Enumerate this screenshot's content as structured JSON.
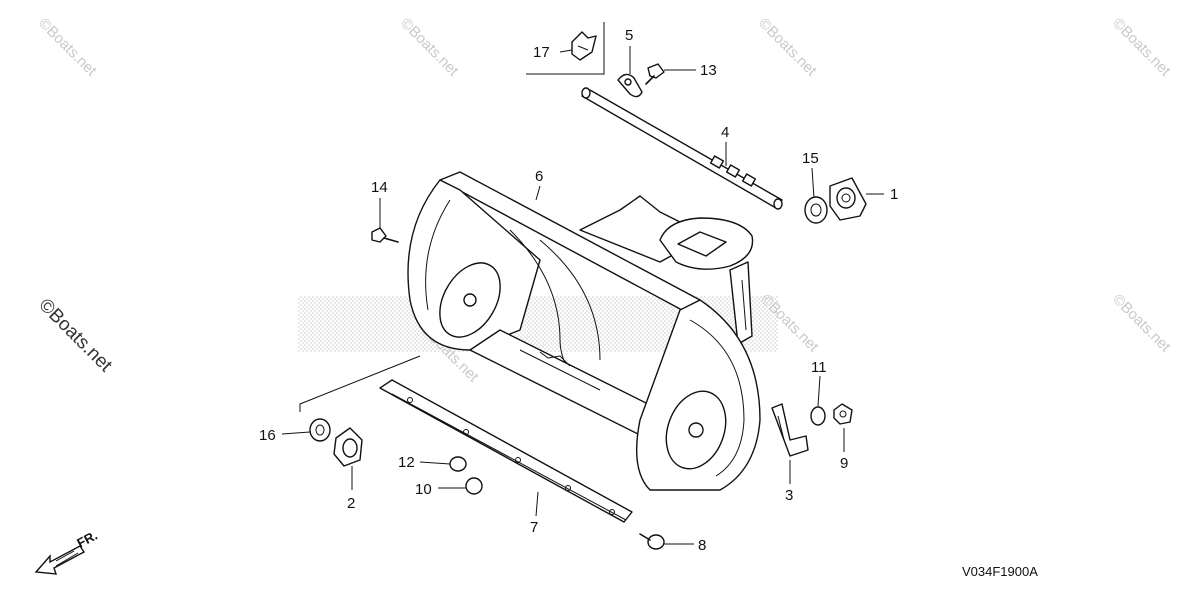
{
  "watermark": {
    "text": "©Boats.net",
    "side_text": "©Boats.net"
  },
  "callouts": [
    {
      "id": "c1",
      "label": "1"
    },
    {
      "id": "c2",
      "label": "2"
    },
    {
      "id": "c3",
      "label": "3"
    },
    {
      "id": "c4",
      "label": "4"
    },
    {
      "id": "c5",
      "label": "5"
    },
    {
      "id": "c6",
      "label": "6"
    },
    {
      "id": "c7",
      "label": "7"
    },
    {
      "id": "c8",
      "label": "8"
    },
    {
      "id": "c9",
      "label": "9"
    },
    {
      "id": "c10",
      "label": "10"
    },
    {
      "id": "c11",
      "label": "11"
    },
    {
      "id": "c12",
      "label": "12"
    },
    {
      "id": "c13",
      "label": "13"
    },
    {
      "id": "c14",
      "label": "14"
    },
    {
      "id": "c15",
      "label": "15"
    },
    {
      "id": "c16",
      "label": "16"
    },
    {
      "id": "c17",
      "label": "17"
    }
  ],
  "front_indicator": "FR.",
  "diagram_code": "V034F1900A"
}
